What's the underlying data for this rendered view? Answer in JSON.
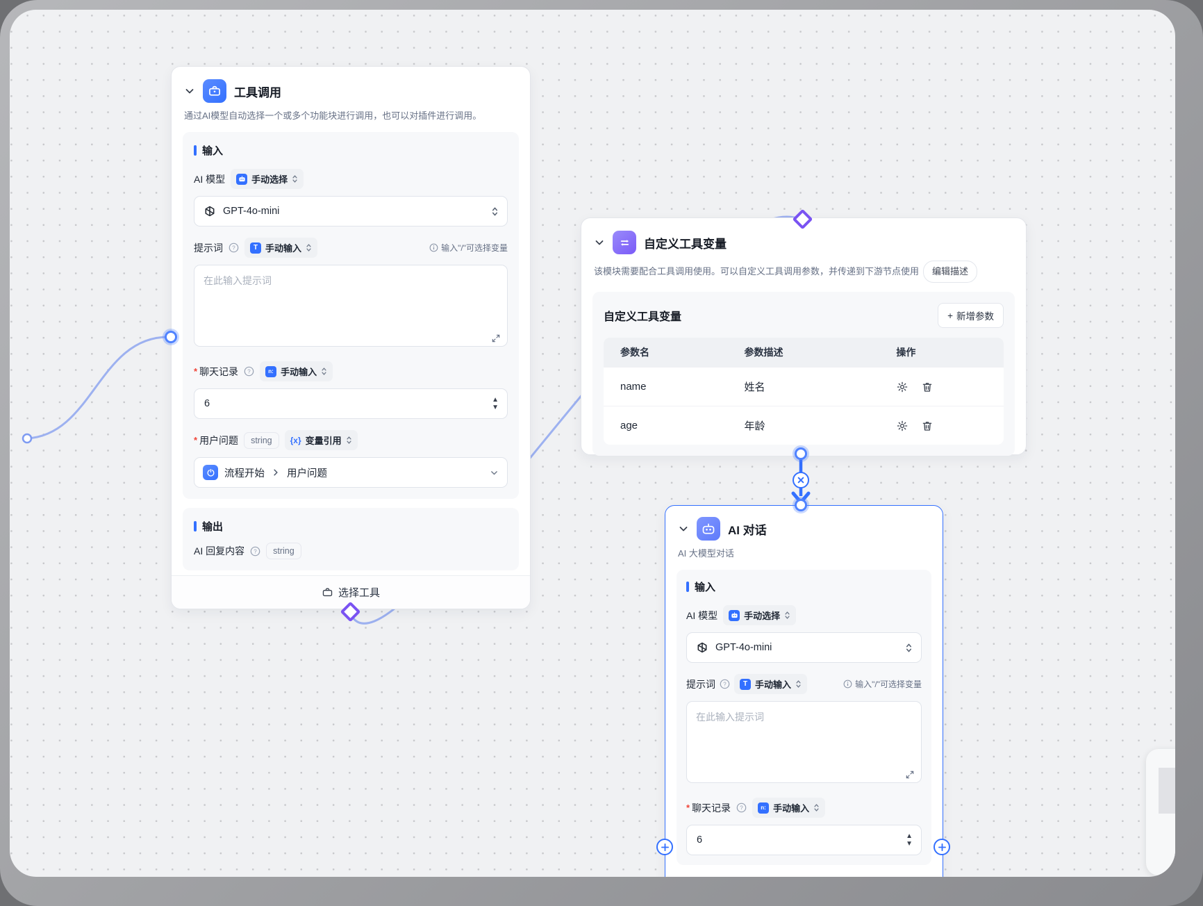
{
  "canvas": {
    "accent": "#3370ff",
    "purple": "#7a5af8",
    "edge_color": "#9db1f0",
    "required_mark": "*",
    "stepper_up": "▲",
    "stepper_down": "▼"
  },
  "tool_call_node": {
    "title": "工具调用",
    "description": "通过AI模型自动选择一个或多个功能块进行调用，也可以对插件进行调用。",
    "input_section": "输入",
    "model_label": "AI 模型",
    "model_mode": "手动选择",
    "model_value": "GPT-4o-mini",
    "prompt_label": "提示词",
    "prompt_mode": "手动输入",
    "prompt_hint": "输入\"/\"可选择变量",
    "prompt_placeholder": "在此输入提示词",
    "history_label": "聊天记录",
    "history_mode": "手动输入",
    "history_value": "6",
    "history_icon_text": "n:",
    "question_label": "用户问题",
    "question_type": "string",
    "question_mode": "变量引用",
    "question_var_icon": "{x}",
    "question_ref_node": "流程开始",
    "question_ref_field": "用户问题",
    "output_section": "输出",
    "output_label": "AI 回复内容",
    "output_type": "string",
    "footer_label": "选择工具",
    "text_icon_letter": "T"
  },
  "custom_var_node": {
    "title": "自定义工具变量",
    "description": "该模块需要配合工具调用使用。可以自定义工具调用参数，并传递到下游节点使用",
    "edit_desc_button": "编辑描述",
    "panel_title": "自定义工具变量",
    "add_param_plus": "+",
    "add_param_button": "新增参数",
    "table": {
      "headers": [
        "参数名",
        "参数描述",
        "操作"
      ],
      "rows": [
        {
          "name": "name",
          "desc": "姓名"
        },
        {
          "name": "age",
          "desc": "年龄"
        }
      ]
    }
  },
  "ai_chat_node": {
    "title": "AI 对话",
    "subtitle": "AI 大模型对话",
    "input_section": "输入",
    "model_label": "AI 模型",
    "model_mode": "手动选择",
    "model_value": "GPT-4o-mini",
    "prompt_label": "提示词",
    "prompt_mode": "手动输入",
    "prompt_hint": "输入\"/\"可选择变量",
    "prompt_placeholder": "在此输入提示词",
    "history_label": "聊天记录",
    "history_mode": "手动输入",
    "history_value": "6",
    "history_icon_text": "n:",
    "text_icon_letter": "T"
  }
}
